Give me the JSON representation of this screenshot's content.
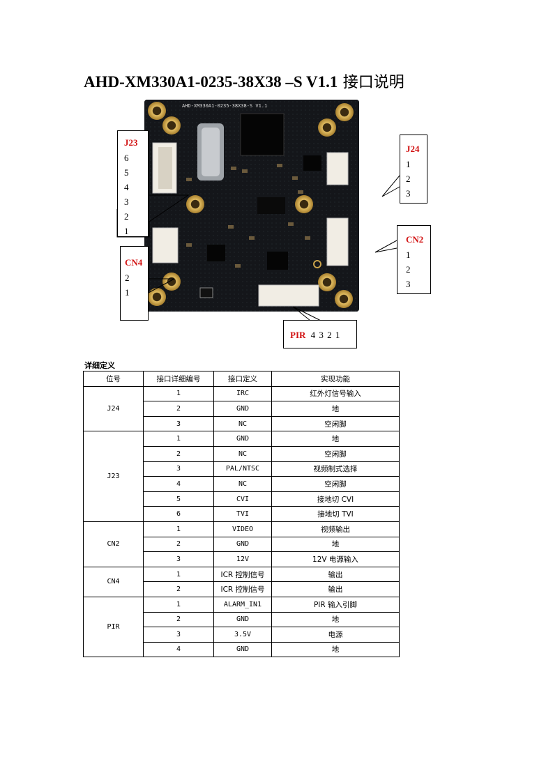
{
  "title": {
    "model": "AHD-XM330A1-0235-38X38 –S V1.1",
    "suffix": "接口说明"
  },
  "board_silkscreen": "AHD-XM330A1-0235-38X38-S V1.1",
  "callouts": {
    "j23": {
      "label": "J23",
      "pins": [
        "6",
        "5",
        "4",
        "3",
        "2",
        "1"
      ]
    },
    "cn4": {
      "label": "CN4",
      "pins": [
        "2",
        "1"
      ]
    },
    "j24": {
      "label": "J24",
      "pins": [
        "1",
        "2",
        "3"
      ]
    },
    "cn2": {
      "label": "CN2",
      "pins": [
        "1",
        "2",
        "3"
      ]
    },
    "pir": {
      "label": "PIR",
      "pins": "4 3 2 1"
    }
  },
  "colors": {
    "callout_label": "#d21414",
    "pcb": "#14161a",
    "pad_gold": "#c9a24a"
  },
  "section_title": "详细定义",
  "table": {
    "headers": [
      "位号",
      "接口详细编号",
      "接口定义",
      "实现功能"
    ],
    "groups": [
      {
        "name": "J24",
        "rows": [
          {
            "num": "1",
            "def": "IRC",
            "func": "红外灯信号输入"
          },
          {
            "num": "2",
            "def": "GND",
            "func": "地"
          },
          {
            "num": "3",
            "def": "NC",
            "func": "空闲脚"
          }
        ]
      },
      {
        "name": "J23",
        "rows": [
          {
            "num": "1",
            "def": "GND",
            "func": "地"
          },
          {
            "num": "2",
            "def": "NC",
            "func": "空闲脚"
          },
          {
            "num": "3",
            "def": "PAL/NTSC",
            "func": "视频制式选择"
          },
          {
            "num": "4",
            "def": "NC",
            "func": "空闲脚"
          },
          {
            "num": "5",
            "def": "CVI",
            "func": "接地切 CVI"
          },
          {
            "num": "6",
            "def": "TVI",
            "func": "接地切 TVI"
          }
        ]
      },
      {
        "name": "CN2",
        "rows": [
          {
            "num": "1",
            "def": "VIDEO",
            "func": "视频输出"
          },
          {
            "num": "2",
            "def": "GND",
            "func": "地"
          },
          {
            "num": "3",
            "def": "12V",
            "func": "12V 电源输入"
          }
        ]
      },
      {
        "name": "CN4",
        "rows": [
          {
            "num": "1",
            "def": "ICR 控制信号",
            "func": "输出"
          },
          {
            "num": "2",
            "def": "ICR 控制信号",
            "func": "输出"
          }
        ]
      },
      {
        "name": "PIR",
        "rows": [
          {
            "num": "1",
            "def": "ALARM_IN1",
            "func": "PIR 输入引脚"
          },
          {
            "num": "2",
            "def": "GND",
            "func": "地"
          },
          {
            "num": "3",
            "def": "3.5V",
            "func": "电源"
          },
          {
            "num": "4",
            "def": "GND",
            "func": "地"
          }
        ]
      }
    ]
  }
}
